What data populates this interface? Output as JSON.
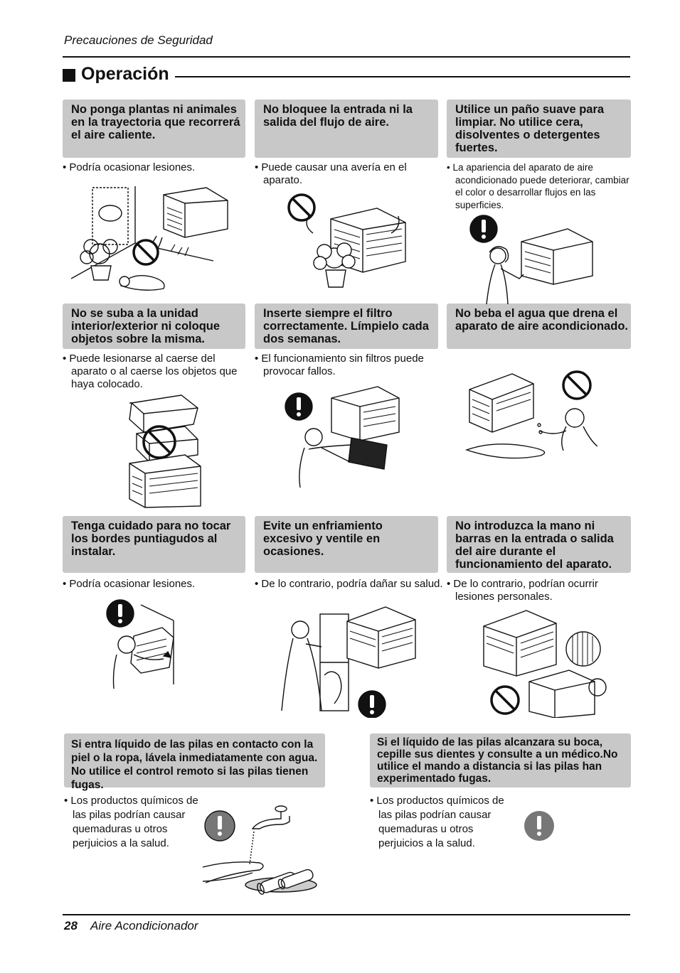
{
  "header": {
    "title": "Precauciones de Seguridad"
  },
  "section": {
    "title": "Operación"
  },
  "cells": [
    {
      "title": "No ponga plantas ni animales en la trayectoria que recorrerá el aire caliente.",
      "note": "• Podría ocasionar lesiones.",
      "icon": "prohibited-icon"
    },
    {
      "title": "No bloquee la entrada ni la salida del flujo de aire.",
      "note": "• Puede causar una avería en el aparato.",
      "icon": "prohibited-icon"
    },
    {
      "title": "Utilice un paño suave para limpiar. No utilice cera, disolventes o detergentes fuertes.",
      "note": "• La apariencia del aparato de aire acondicionado puede deteriorar, cambiar el color o desarrollar flujos en las superficies.",
      "icon": "mandatory-icon"
    },
    {
      "title": "No se suba a la unidad interior/exterior ni coloque objetos sobre la misma.",
      "note": "• Puede lesionarse al caerse del aparato o al caerse los objetos que haya colocado.",
      "icon": "prohibited-icon"
    },
    {
      "title": "Inserte siempre el filtro correctamente. Límpielo cada dos semanas.",
      "note": "• El funcionamiento sin filtros puede provocar fallos.",
      "icon": "mandatory-icon"
    },
    {
      "title": "No beba el agua que drena el aparato de aire acondicionado.",
      "note": "",
      "icon": "prohibited-icon"
    },
    {
      "title": "Tenga cuidado para no tocar los bordes puntiagudos al instalar.",
      "note": "• Podría ocasionar lesiones.",
      "icon": "mandatory-icon"
    },
    {
      "title": "Evite un enfriamiento excesivo y ventile en ocasiones.",
      "note": "• De lo contrario, podría dañar su salud.",
      "icon": "mandatory-icon"
    },
    {
      "title": "No introduzca la mano ni barras en la entrada o salida del aire durante el funcionamiento del aparato.",
      "note": "• De lo contrario, podrían ocurrir lesiones personales.",
      "icon": "prohibited-icon"
    }
  ],
  "battery": [
    {
      "title": "Si entra líquido de las pilas en contacto con la piel o la ropa, lávela inmediatamente con agua. No utilice el control remoto si las pilas tienen fugas.",
      "note": "• Los productos químicos de las pilas podrían causar quemaduras u otros perjuicios a la salud.",
      "icon": "mandatory-icon"
    },
    {
      "title": "Si el líquido de las pilas alcanzara su boca, cepille sus dientes y consulte a un médico.No utilice el mando a distancia si las pilas han experimentado fugas.",
      "note": "• Los productos químicos de las pilas podrían causar quemaduras u otros perjuicios a la salud.",
      "icon": "mandatory-icon"
    }
  ],
  "footer": {
    "page": "28",
    "title": "Aire Acondicionador"
  },
  "colors": {
    "box_bg": "#c8c8c8",
    "text": "#111111",
    "icon_fill": "#111111"
  }
}
